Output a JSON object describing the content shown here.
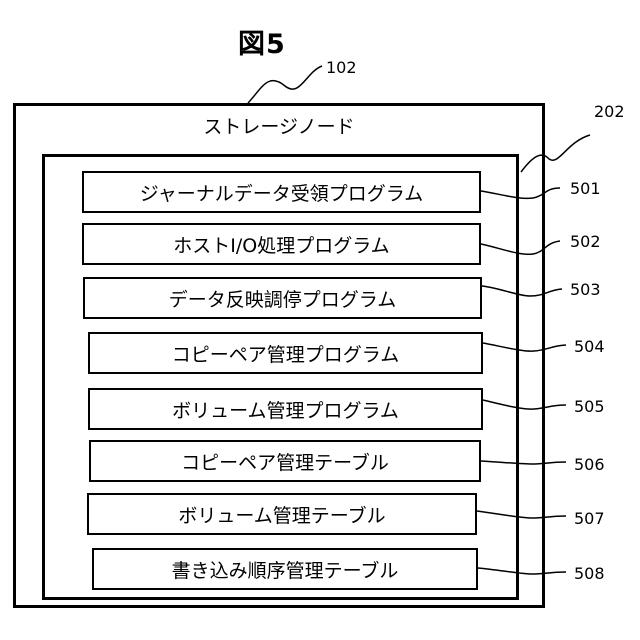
{
  "figure": {
    "title": "図5"
  },
  "storage_node": {
    "label": "ストレージノード",
    "ref": "102"
  },
  "memory": {
    "ref": "202"
  },
  "items": [
    {
      "label": "ジャーナルデータ受領プログラム",
      "ref": "501"
    },
    {
      "label": "ホストI/O処理プログラム",
      "ref": "502"
    },
    {
      "label": "データ反映調停プログラム",
      "ref": "503"
    },
    {
      "label": "コピーペア管理プログラム",
      "ref": "504"
    },
    {
      "label": "ボリューム管理プログラム",
      "ref": "505"
    },
    {
      "label": "コピーペア管理テーブル",
      "ref": "506"
    },
    {
      "label": "ボリューム管理テーブル",
      "ref": "507"
    },
    {
      "label": "書き込み順序管理テーブル",
      "ref": "508"
    }
  ]
}
